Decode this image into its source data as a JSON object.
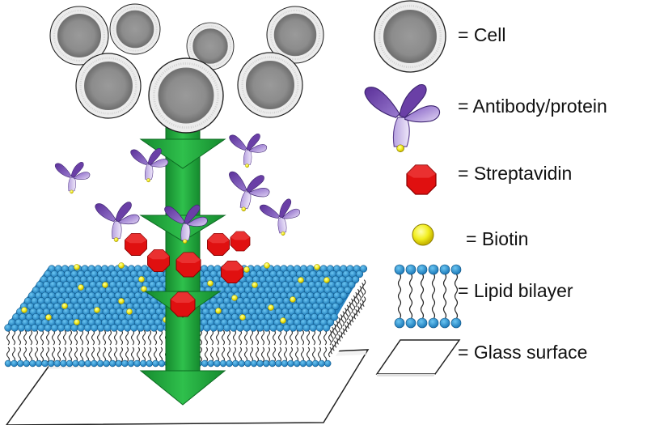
{
  "legend": {
    "cell": "= Cell",
    "antibody": "= Antibody/protein",
    "streptavidin": "= Streptavidin",
    "biotin": "= Biotin",
    "lipid_bilayer": "= Lipid bilayer",
    "glass_surface": "= Glass surface"
  },
  "colors": {
    "cell_outer": "#e6e6e6",
    "cell_inner": "#8f8f8f",
    "antibody_dark": "#6a3fa6",
    "antibody_light": "#c5b3e6",
    "streptavidin": "#e01010",
    "biotin": "#f2ee20",
    "lipid_head": "#1e8fd0",
    "arrow": "#1fa23b"
  }
}
